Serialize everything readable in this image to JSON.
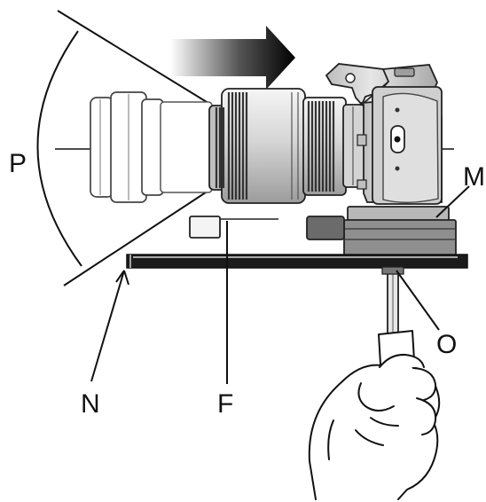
{
  "diagram": {
    "labels": {
      "p": "P",
      "m": "M",
      "n": "N",
      "f": "F",
      "o": "O"
    },
    "icons": {
      "direction_arrow": "right-arrow-icon",
      "camera": "camera-icon",
      "lens": "lens-icon",
      "hand": "hand-icon"
    },
    "colors": {
      "ink": "#111111",
      "camera_body": "#d9d9d9",
      "camera_dark": "#8f8f8f",
      "lens_shadow": "#bdbdbd",
      "plate": "#1b1b1b"
    }
  }
}
